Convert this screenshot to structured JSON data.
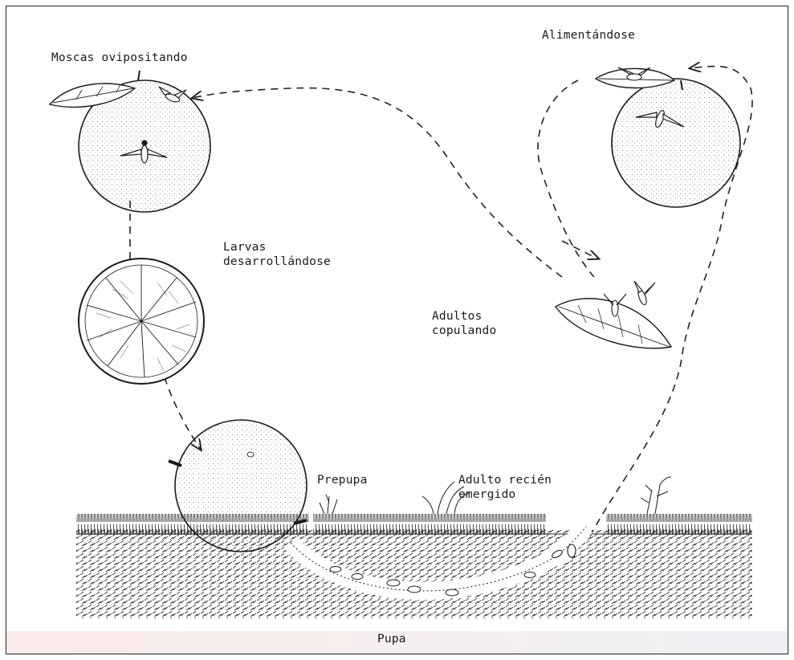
{
  "labels": {
    "oviposit": "Moscas ovipositando",
    "feeding": "Alimentándose",
    "larvae": "Larvas\ndesarrollándose",
    "copulate": "Adultos\ncopulando",
    "prepupa": "Prepupa",
    "emerged": "Adulto recién\nemergido",
    "pupa": "Pupa"
  },
  "colors": {
    "ink": "#1a1a1a",
    "paper": "#ffffff"
  },
  "icons": [
    "fruit-icon",
    "leaf-icon",
    "fly-icon",
    "fruit-section-icon",
    "grass-icon",
    "pupa-icon"
  ]
}
